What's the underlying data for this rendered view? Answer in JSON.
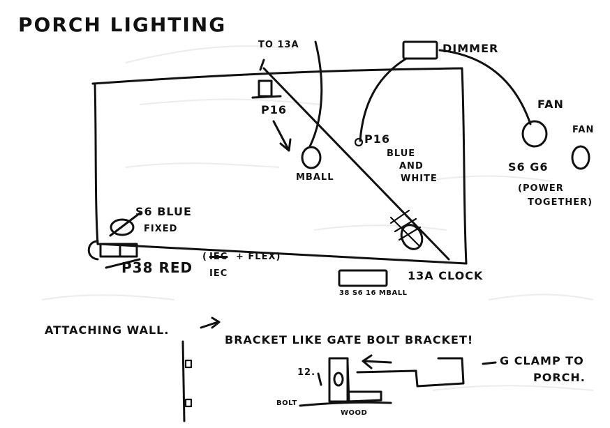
{
  "title": "PORCH LIGHTING",
  "labels": {
    "to13a": "TO 13A",
    "p16_left": "P16",
    "mball_top": "MBALL",
    "dimmer": "DIMMER",
    "p16_right": "P16",
    "blue": "BLUE",
    "and": "AND",
    "white": "WHITE",
    "fan1": "FAN",
    "fan2": "FAN",
    "s6g6": "S6 G6",
    "power": "(POWER",
    "together": "TOGETHER)",
    "s6_blue": "S6 BLUE",
    "fixed": "FIXED",
    "p38_red": "P38 RED",
    "iec_struck": "IEC",
    "flex": "+ FLEX)",
    "iec": "IEC",
    "clock": "13A CLOCK",
    "bottom_list": "38 S6 16 MBALL",
    "attaching": "ATTACHING WALL.",
    "bracket": "BRACKET LIKE GATE BOLT BRACKET!",
    "num12": "12.",
    "bolt": "BOLT",
    "wood": "WOOD",
    "gclamp": "G CLAMP TO",
    "porch": "PORCH."
  }
}
